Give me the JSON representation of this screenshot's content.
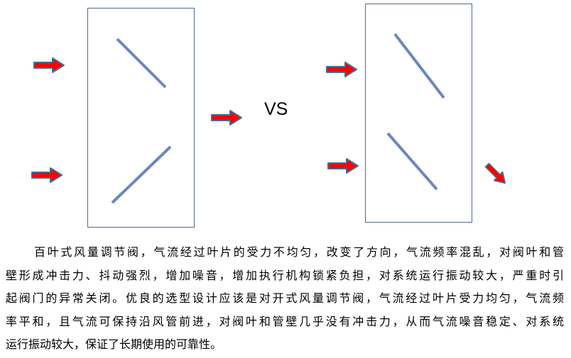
{
  "diagram": {
    "vs_label": "VS",
    "colors": {
      "arrow_fill": "#ff0000",
      "arrow_stroke": "#4f6a8f",
      "blade": "#6b87c0",
      "box": "#4f6a8f"
    }
  },
  "paragraph": {
    "lines": [
      "百叶式风量调节阀，气流经过叶片的受力不均匀，改变了方向，气流频率混乱，对阀叶和管",
      "壁形成冲击力、抖动强烈，增加噪音，增加执行机构锁紧负担，对系统运行振动较大，严重时引",
      "起阀门的异常关闭。优良的选型设计应该是对开式风量调节阀，气流经过叶片受力均匀，气流频",
      "率平和，且气流可保持沿风管前进，对阀叶和管壁几乎没有冲击力，从而气流噪音稳定、对系统",
      "运行振动较大，保证了长期使用的可靠性。"
    ]
  }
}
